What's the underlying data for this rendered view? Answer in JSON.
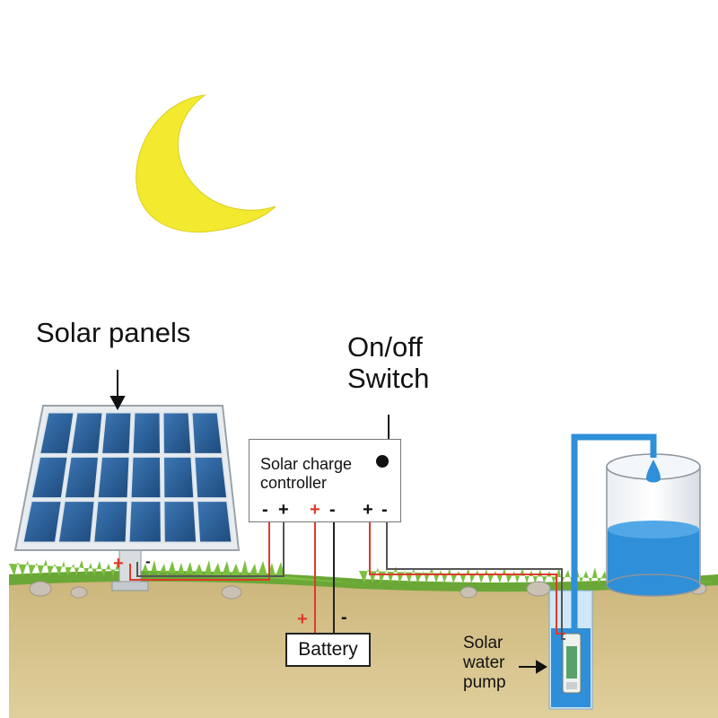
{
  "labels": {
    "solar_panels": "Solar panels",
    "switch_line1": "On/off",
    "switch_line2": "Switch",
    "controller_line1": "Solar charge",
    "controller_line2": "controller",
    "battery": "Battery",
    "pump_line1": "Solar",
    "pump_line2": "water",
    "pump_line3": "pump"
  },
  "signs": {
    "plus": "+",
    "minus": "-"
  },
  "colors": {
    "moon": "#f3ea2f",
    "panel_cell": "#2b5d93",
    "water": "#2f8fd8",
    "soil": "#d6c28a",
    "grass": "#7bb342",
    "positive_wire": "#e03a2a"
  }
}
